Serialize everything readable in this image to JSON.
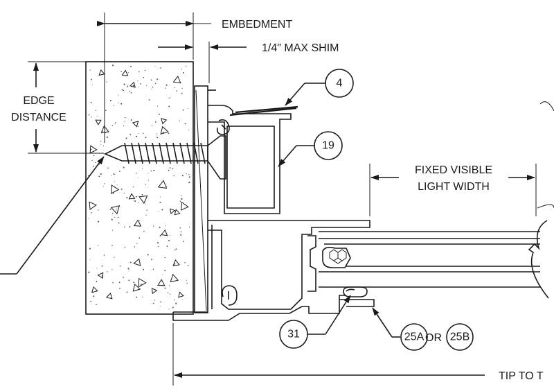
{
  "labels": {
    "embedment": "EMBEDMENT",
    "max_shim": "1/4\" MAX SHIM",
    "edge_distance_line1": "EDGE",
    "edge_distance_line2": "DISTANCE",
    "fixed_visible_line1": "FIXED VISIBLE",
    "fixed_visible_line2": "LIGHT WIDTH",
    "or_text": "OR",
    "tip_to": "TIP TO T"
  },
  "callouts": {
    "c4": "4",
    "c19": "19",
    "c31": "31",
    "c25a": "25A",
    "c25b": "25B"
  },
  "colors": {
    "line": "#1a1a1a",
    "background": "#ffffff"
  }
}
